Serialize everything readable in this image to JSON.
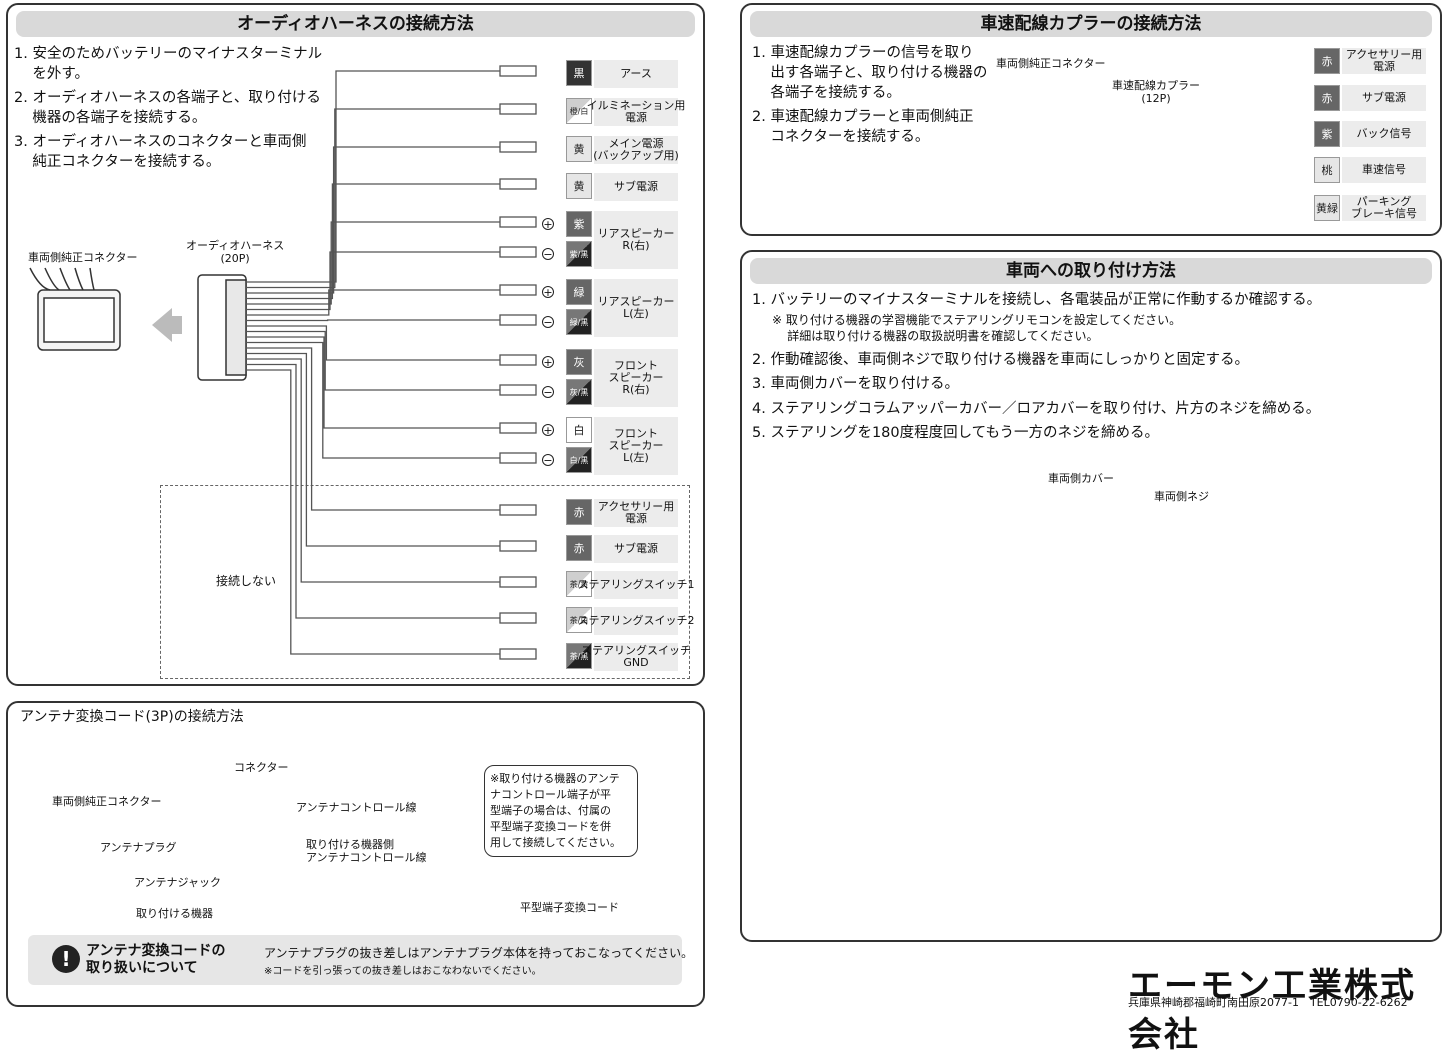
{
  "left_panel": {
    "title": "オーディオハーネスの接続方法",
    "steps": [
      "1. 安全のためバッテリーのマイナスターミナル\n    を外す。",
      "2. オーディオハーネスの各端子と、取り付ける\n    機器の各端子を接続する。",
      "3. オーディオハーネスのコネクターと車両側\n    純正コネクターを接続する。"
    ],
    "vehicle_connector_label": "車両側純正コネクター",
    "harness_label": "オーディオハーネス\n(20P)",
    "not_connected_label": "接続しない",
    "wires": [
      {
        "color": "黒",
        "function": "アース"
      },
      {
        "color": "橙",
        "color2": "白",
        "function": "イルミネーション用\n電源"
      },
      {
        "color": "黄",
        "function": "メイン電源\n(バックアップ用)"
      },
      {
        "color": "黄",
        "function": "サブ電源"
      },
      {
        "color": "紫",
        "function": "リアスピーカー\nR(右)"
      },
      {
        "color": "紫",
        "color2": "黒",
        "function": ""
      },
      {
        "color": "緑",
        "function": "リアスピーカー\nL(左)"
      },
      {
        "color": "緑",
        "color2": "黒",
        "function": ""
      },
      {
        "color": "灰",
        "function": "フロント\nスピーカー\nR(右)"
      },
      {
        "color": "灰",
        "color2": "黒",
        "function": ""
      },
      {
        "color": "白",
        "function": "フロント\nスピーカー\nL(左)"
      },
      {
        "color": "白",
        "color2": "黒",
        "function": ""
      },
      {
        "color": "赤",
        "function": "アクセサリー用\n電源"
      },
      {
        "color": "赤",
        "function": "サブ電源"
      },
      {
        "color": "茶",
        "color2": "黄",
        "function": "ステアリングスイッチ1"
      },
      {
        "color": "茶",
        "color2": "白",
        "function": "ステアリングスイッチ2"
      },
      {
        "color": "茶",
        "color2": "黒",
        "function": "ステアリングスイッチ\nGND"
      }
    ],
    "plus": "+",
    "minus": "−"
  },
  "antenna_panel": {
    "title": "アンテナ変換コード(3P)の接続方法",
    "labels": {
      "vehicle_connector": "車両側純正コネクター",
      "connector": "コネクター",
      "antenna_control": "アンテナコントロール線",
      "device_antenna_control": "取り付ける機器側\nアンテナコントロール線",
      "antenna_plug": "アンテナプラグ",
      "antenna_jack": "アンテナジャック",
      "device": "取り付ける機器"
    },
    "note": "※取り付ける機器のアンテ\nナコントロール端子が平\n型端子の場合は、付属の\n平型端子変換コードを併\n用して接続してください。",
    "flat_cord_label": "平型端子変換コード",
    "caution_title": "アンテナ変換コードの\n取り扱いについて",
    "caution_text": "アンテナプラグの抜き差しはアンテナプラグ本体を持っておこなってください。",
    "caution_sub": "※コードを引っ張っての抜き差しはおこなわないでください。",
    "caution_icon": "exclamation-icon"
  },
  "speed_panel": {
    "title": "車速配線カプラーの接続方法",
    "steps": [
      "1. 車速配線カプラーの信号を取り\n    出す各端子と、取り付ける機器の\n    各端子を接続する。",
      "2. 車速配線カプラーと車両側純正\n    コネクターを接続する。"
    ],
    "vehicle_connector_label": "車両側純正コネクター",
    "coupler_label": "車速配線カプラー\n(12P)",
    "wires": [
      {
        "color": "赤",
        "function": "アクセサリー用\n電源"
      },
      {
        "color": "赤",
        "function": "サブ電源"
      },
      {
        "color": "紫",
        "function": "バック信号"
      },
      {
        "color": "桃",
        "function": "車速信号"
      },
      {
        "color": "黄緑",
        "function": "パーキング\nブレーキ信号"
      }
    ]
  },
  "install_panel": {
    "title": "車両への取り付け方法",
    "steps": [
      "1. バッテリーのマイナスターミナルを接続し、各電装品が正常に作動するか確認する。",
      "2. 作動確認後、車両側ネジで取り付ける機器を車両にしっかりと固定する。",
      "3. 車両側カバーを取り付ける。",
      "4. ステアリングコラムアッパーカバー／ロアカバーを取り付け、片方のネジを締める。",
      "5. ステアリングを180度程度回してもう一方のネジを締める。"
    ],
    "note": "※ 取り付ける機器の学習機能でステアリングリモコンを設定してください。\n    詳細は取り付ける機器の取扱説明書を確認してください。",
    "cover_label": "車両側カバー",
    "screw_label": "車両側ネジ"
  },
  "footer": {
    "company": "エーモン工業株式会社",
    "address": "兵庫県神崎郡福崎町南田原2077-1　TEL0790-22-6262"
  }
}
